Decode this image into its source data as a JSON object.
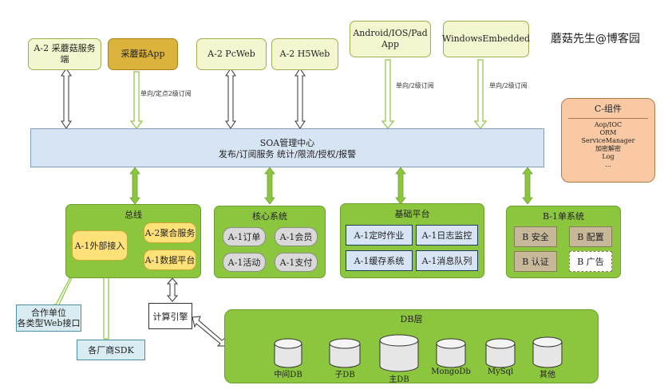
{
  "watermark": "蘑菇先生@博客园",
  "top_boxes": {
    "service": "A-2 采蘑菇服务端",
    "app": "采蘑菇App",
    "pcweb": "A-2 PcWeb",
    "h5web": "A-2 H5Web",
    "android": "Android/IOS/Pad App",
    "windows": "WindowsEmbedded"
  },
  "arrow_labels": {
    "app": "单向/定点2级订阅",
    "android": "单向/2级订阅",
    "windows": "单向/2级订阅"
  },
  "components": {
    "title": "C-组件",
    "items": [
      "Aop/IOC",
      "ORM",
      "ServiceManager",
      "加密解密",
      "Log",
      "..."
    ]
  },
  "soa": {
    "title": "SOA管理中心",
    "subtitle": "发布/订阅服务 统计/限流/授权/报警"
  },
  "bus": {
    "title": "总线",
    "external": "A-1外部接入",
    "aggregate": "A-2聚合服务",
    "data_platform": "A-1数据平台"
  },
  "core": {
    "title": "核心系统",
    "items": [
      "A-1订单",
      "A-1会员",
      "A-1活动",
      "A-1支付"
    ]
  },
  "base": {
    "title": "基础平台",
    "items": [
      "A-1定时作业",
      "A-1日志监控",
      "A-1缓存系统",
      "A-1消息队列"
    ]
  },
  "b1": {
    "title": "B-1单系统",
    "items": [
      "B 安全",
      "B 配置",
      "B 认证",
      "B 广告"
    ]
  },
  "partners": "合作单位\n各类型Web接口",
  "vendors": "各厂商SDK",
  "compute": "计算引擎",
  "db": {
    "title": "DB层",
    "items": [
      "中间DB",
      "子DB",
      "主DB",
      "MongoDb",
      "MySql",
      "其他"
    ]
  }
}
